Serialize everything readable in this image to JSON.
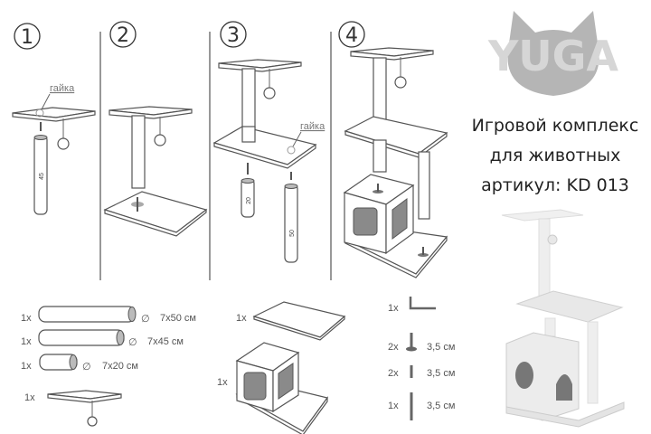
{
  "steps": [
    {
      "number": "1",
      "nut_label": "гайка",
      "rod_label": "45"
    },
    {
      "number": "2"
    },
    {
      "number": "3",
      "nut_label": "гайка",
      "rod_short_label": "20",
      "rod_long_label": "50"
    },
    {
      "number": "4"
    }
  ],
  "logo": {
    "text": "YUGA"
  },
  "product": {
    "line1": "Игровой комплекс",
    "line2": "для животных",
    "line3": "артикул: KD 013"
  },
  "parts": {
    "diameter_symbol": "∅",
    "rods": [
      {
        "qty": "1x",
        "size": "7x50 см"
      },
      {
        "qty": "1x",
        "size": "7x45 см"
      },
      {
        "qty": "1x",
        "size": "7x20 см"
      }
    ],
    "top_plate_qty": "1x",
    "plate_qty": "1x",
    "house_qty": "1x",
    "hardware": [
      {
        "qty": "1x",
        "size": ""
      },
      {
        "qty": "2x",
        "size": "3,5 см"
      },
      {
        "qty": "2x",
        "size": "3,5 см"
      },
      {
        "qty": "1x",
        "size": "3,5 см"
      }
    ]
  },
  "colors": {
    "line": "#555555",
    "logo": "#b5b5b5",
    "window": "#8a8a8a"
  }
}
